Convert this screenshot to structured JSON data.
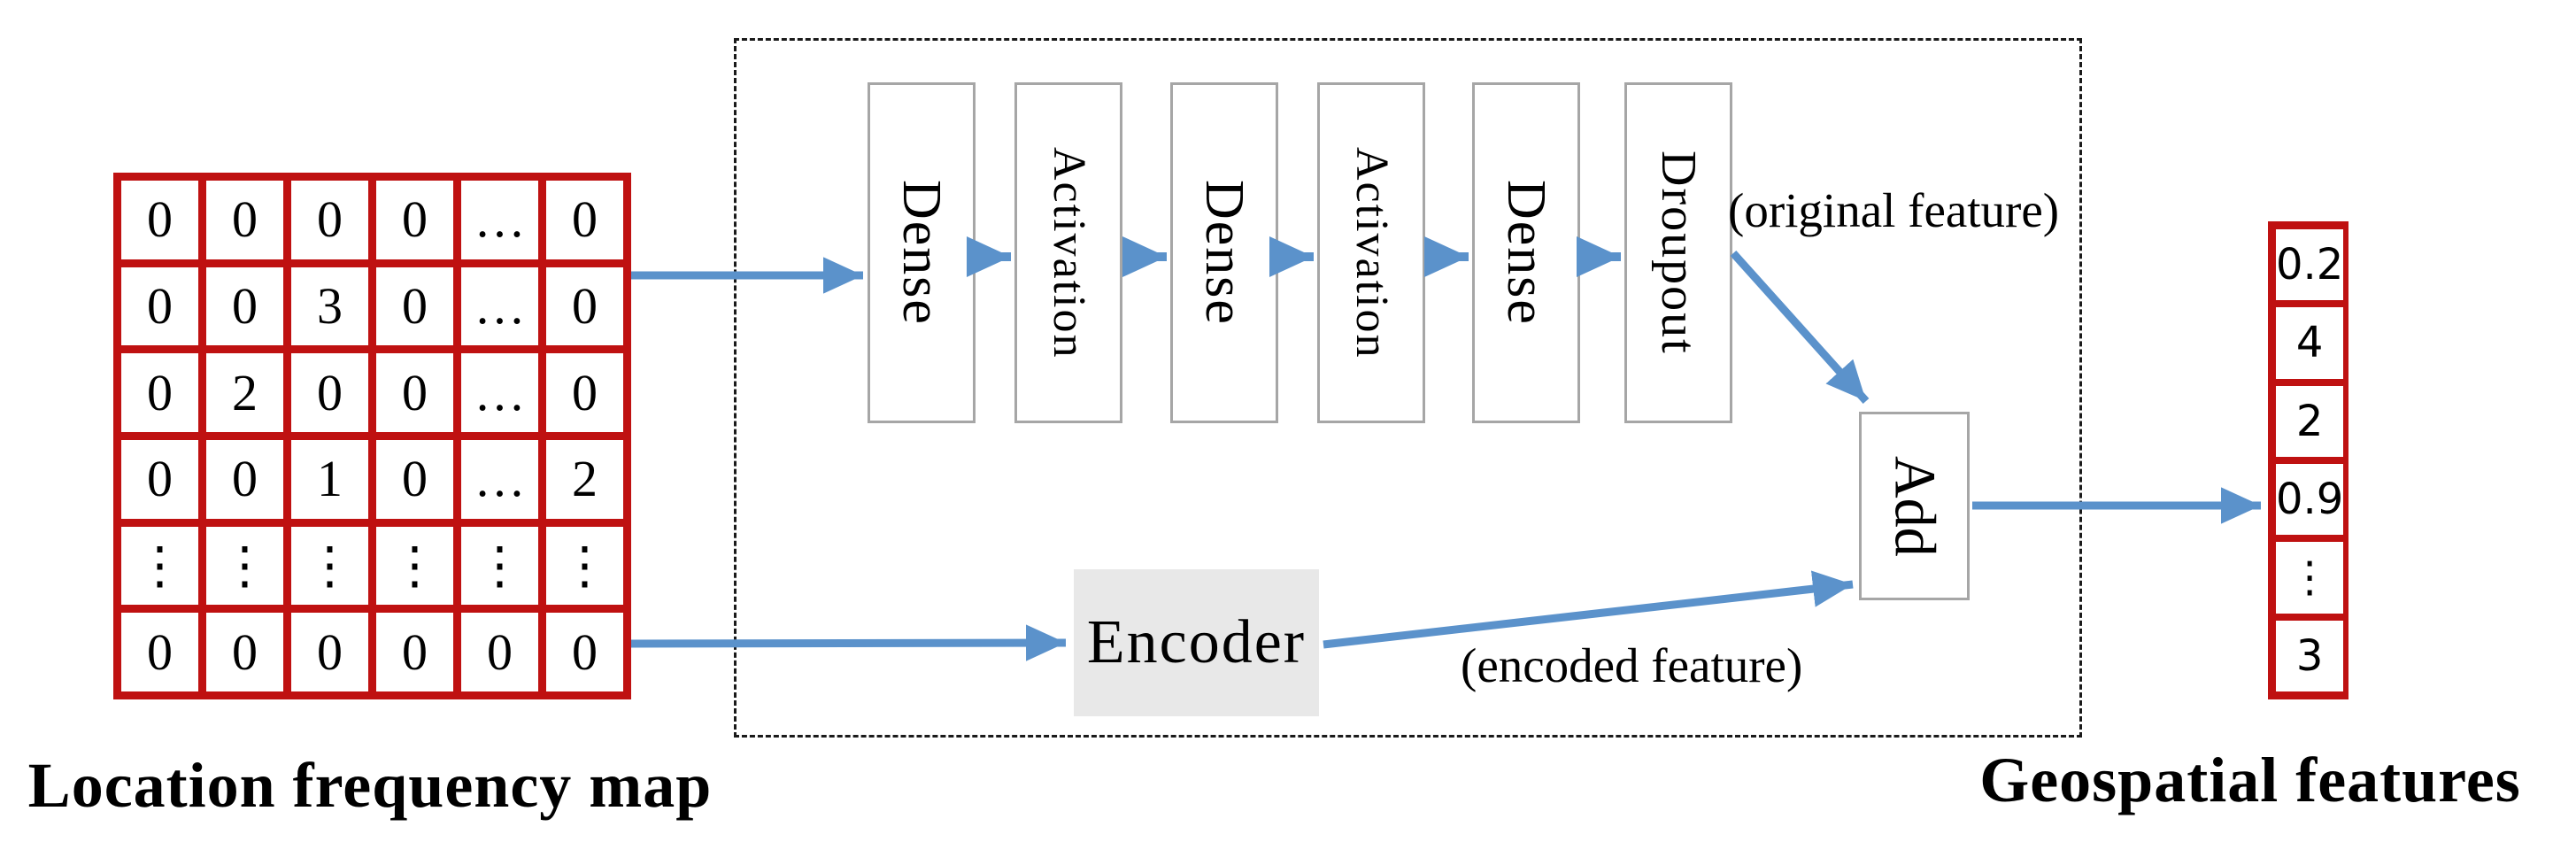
{
  "matrix": {
    "label": "Location frequency map",
    "rows": [
      [
        "0",
        "0",
        "0",
        "0",
        "…",
        "0"
      ],
      [
        "0",
        "0",
        "3",
        "0",
        "…",
        "0"
      ],
      [
        "0",
        "2",
        "0",
        "0",
        "…",
        "0"
      ],
      [
        "0",
        "0",
        "1",
        "0",
        "…",
        "2"
      ],
      [
        "⋮",
        "⋮",
        "⋮",
        "⋮",
        "⋮",
        "⋮"
      ],
      [
        "0",
        "0",
        "0",
        "0",
        "0",
        "0"
      ]
    ]
  },
  "pipeline": {
    "blocks": [
      {
        "label": "Dense"
      },
      {
        "label": "Activation"
      },
      {
        "label": "Dense"
      },
      {
        "label": "Activation"
      },
      {
        "label": "Dense"
      },
      {
        "label": "Droupout"
      }
    ],
    "encoder": {
      "label": "Encoder"
    },
    "add": {
      "label": "Add"
    },
    "annotations": {
      "original": "(original feature)",
      "encoded": "(encoded feature)"
    }
  },
  "vector": {
    "label": "Geospatial features",
    "values": [
      "0.2",
      "4",
      "2",
      "0.9",
      "⋮",
      "3"
    ]
  },
  "colors": {
    "matrix_red": "#bf1111",
    "arrow_blue": "#5b92cb",
    "block_border": "#a6a6a6",
    "encoder_fill": "#e8e8e8",
    "dashed_border": "#1a1a1a"
  }
}
